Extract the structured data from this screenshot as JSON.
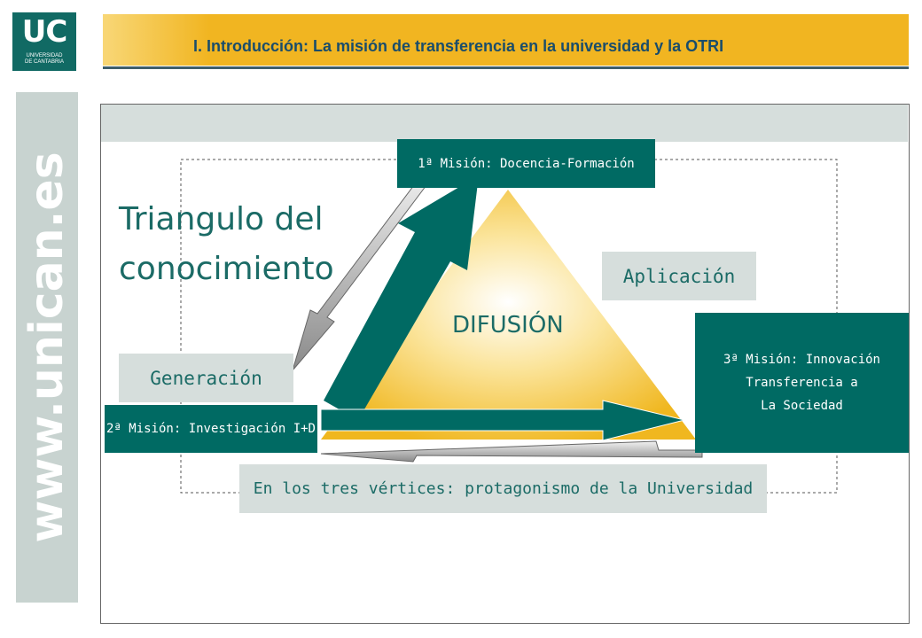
{
  "logo": {
    "acronym": "UC",
    "line1": "UNIVERSIDAD",
    "line2": "DE CANTABRIA"
  },
  "header": {
    "title": "I. Introducción: La misión de transferencia en la universidad y la OTRI"
  },
  "sidebar": {
    "url": "www.unican.es"
  },
  "diagram": {
    "title_line1": "Triangulo del",
    "title_line2": "conocimiento",
    "center_label": "DIFUSIÓN",
    "mission1": "1ª Misión: Docencia-Formación",
    "mission2": "2ª Misión: Investigación I+D",
    "mission3_line1": "3ª Misión: Innovación",
    "mission3_line2": "Transferencia a",
    "mission3_line3": "La Sociedad",
    "generation": "Generación",
    "application": "Aplicación",
    "vertices": "En los tres vértices: protagonismo de la Universidad"
  },
  "colors": {
    "teal": "#006a63",
    "gold": "#f1b521",
    "grey": "#d6dedc"
  }
}
